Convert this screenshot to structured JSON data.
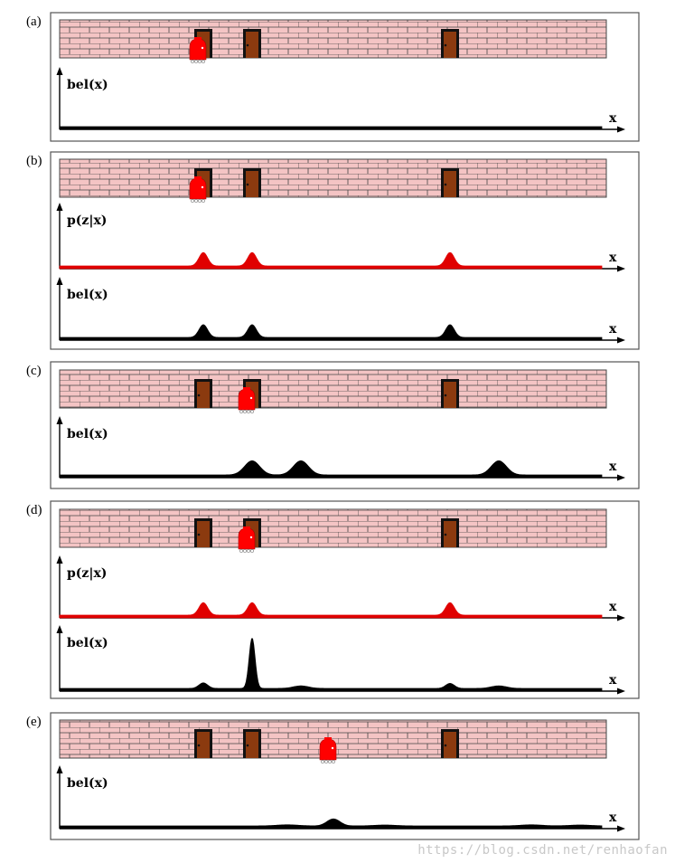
{
  "panels": [
    {
      "id": "a",
      "label": "(a)",
      "robot_x": 0.255,
      "plots": [
        {
          "kind": "bel",
          "label": "bel(x)",
          "xlabel": "x",
          "color": "#000000",
          "shape": "flat"
        }
      ]
    },
    {
      "id": "b",
      "label": "(b)",
      "robot_x": 0.255,
      "plots": [
        {
          "kind": "pzx",
          "label": "p(z|x)",
          "xlabel": "x",
          "color": "#e00000",
          "shape": "doors"
        },
        {
          "kind": "bel",
          "label": "bel(x)",
          "xlabel": "x",
          "color": "#000000",
          "shape": "doors"
        }
      ]
    },
    {
      "id": "c",
      "label": "(c)",
      "robot_x": 0.345,
      "plots": [
        {
          "kind": "bel",
          "label": "bel(x)",
          "xlabel": "x",
          "color": "#000000",
          "shape": "shifted"
        }
      ]
    },
    {
      "id": "d",
      "label": "(d)",
      "robot_x": 0.345,
      "plots": [
        {
          "kind": "pzx",
          "label": "p(z|x)",
          "xlabel": "x",
          "color": "#e00000",
          "shape": "doors"
        },
        {
          "kind": "bel",
          "label": "bel(x)",
          "xlabel": "x",
          "color": "#000000",
          "shape": "peaked"
        }
      ]
    },
    {
      "id": "e",
      "label": "(e)",
      "robot_x": 0.495,
      "plots": [
        {
          "kind": "bel",
          "label": "bel(x)",
          "xlabel": "x",
          "color": "#000000",
          "shape": "moved"
        }
      ]
    }
  ],
  "doors_x": [
    0.265,
    0.355,
    0.72
  ],
  "colors": {
    "brick_fill": "#f4c4c4",
    "mortar": "#444444",
    "door": "#8b3a0f",
    "robot": "#ff0000",
    "frame": "#555555"
  },
  "watermark": "https://blog.csdn.net/renhaofan"
}
